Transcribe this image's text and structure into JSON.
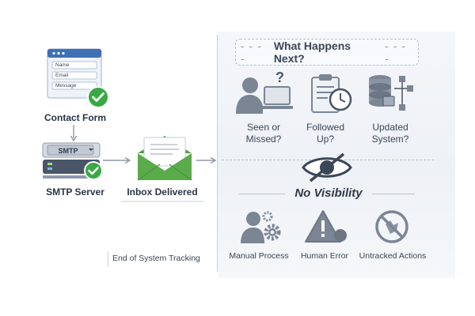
{
  "flow": {
    "form_fields": [
      "Name",
      "Email",
      "Message"
    ],
    "contact_form_label": "Contact Form",
    "smtp_badge": "SMTP",
    "smtp_server_label": "SMTP Server",
    "inbox_label": "Inbox Delivered",
    "end_tracking_label": "End of System Tracking"
  },
  "next": {
    "title": "What Happens Next?",
    "questions": [
      {
        "label_line1": "Seen or",
        "label_line2": "Missed?",
        "icon": "person-at-computer-icon"
      },
      {
        "label_line1": "Followed",
        "label_line2": "Up?",
        "icon": "clipboard-clock-icon"
      },
      {
        "label_line1": "Updated",
        "label_line2": "System?",
        "icon": "database-network-icon"
      }
    ],
    "no_visibility": "No Visibility",
    "issues": [
      {
        "label": "Manual Process",
        "icon": "person-gear-icon"
      },
      {
        "label": "Human Error",
        "icon": "warning-icon"
      },
      {
        "label": "Untracked Actions",
        "icon": "untracked-icon"
      }
    ]
  },
  "colors": {
    "check_green": "#3aa845",
    "envelope_green": "#5aab4a",
    "form_header_blue": "#3f6fb5",
    "icon_gray": "#7b8594"
  }
}
